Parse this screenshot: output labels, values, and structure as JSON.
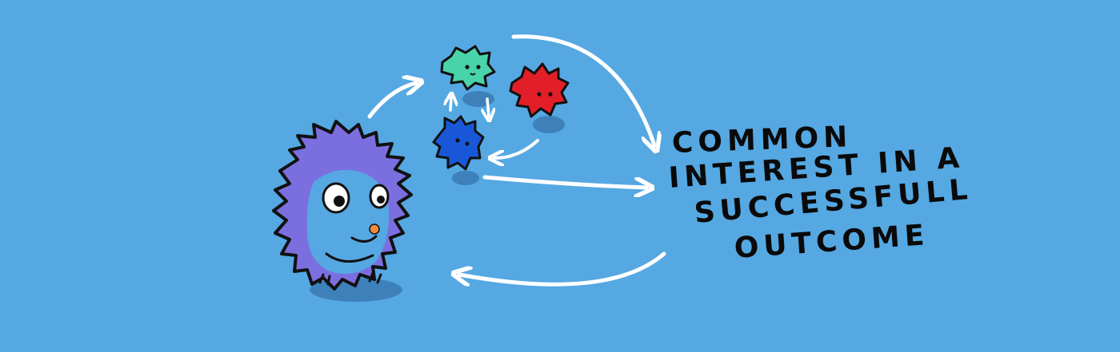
{
  "caption": {
    "line1": "COMMON",
    "line2": "INTEREST IN A",
    "line3": "SUCCESSFULL",
    "line4": "OUTCOME"
  },
  "colors": {
    "background": "#55a8e2",
    "hedgehog": "#7b6fe0",
    "creature_green": "#49d3a8",
    "creature_red": "#e21e28",
    "creature_blue": "#1858d8",
    "arrow": "#ffffff",
    "shadow": "#3c7cb6"
  }
}
